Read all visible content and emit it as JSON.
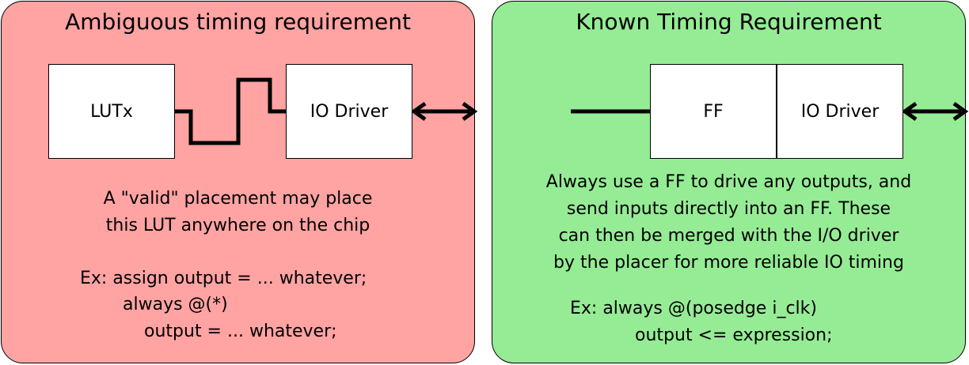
{
  "colors": {
    "left_panel": "#FFA3A3",
    "right_panel": "#95EC95",
    "stroke": "#000000"
  },
  "left": {
    "title": "Ambiguous timing requirement",
    "lut_label": "LUTx",
    "io_label": "IO Driver",
    "desc_lines": [
      "A \"valid\" placement may place",
      "this LUT anywhere on the chip"
    ],
    "code_lines": [
      "Ex: assign output = ... whatever;",
      "always @(*)",
      "output = ... whatever;"
    ]
  },
  "right": {
    "title": "Known Timing Requirement",
    "ff_label": "FF",
    "io_label": "IO Driver",
    "desc_lines": [
      "Always use a FF to drive any outputs, and",
      "send inputs directly into an FF.  These",
      "can then be merged with the I/O driver",
      "by the placer for more reliable IO timing"
    ],
    "code_lines": [
      "Ex: always @(posedge i_clk)",
      "output <= expression;"
    ]
  }
}
